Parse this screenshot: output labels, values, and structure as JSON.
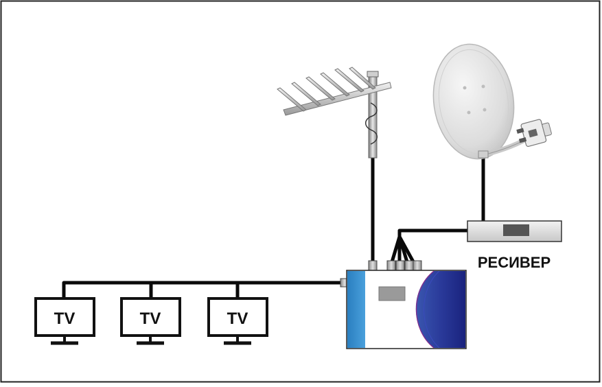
{
  "tv_label": "TV",
  "receiver_label": "РЕСИВЕР",
  "tvs": [
    {
      "label": "TV"
    },
    {
      "label": "TV"
    },
    {
      "label": "TV"
    }
  ],
  "colors": {
    "cable": "#0a0a0a",
    "border": "#222222",
    "amp_blue_dark": "#1a237e",
    "amp_blue_light": "#3a8fc8",
    "receiver_body": "#e4e4e4",
    "dish": "#e6e6e6"
  },
  "icons": [
    "yagi-antenna-icon",
    "satellite-dish-icon",
    "receiver-icon",
    "amplifier-icon",
    "tv-icon"
  ]
}
